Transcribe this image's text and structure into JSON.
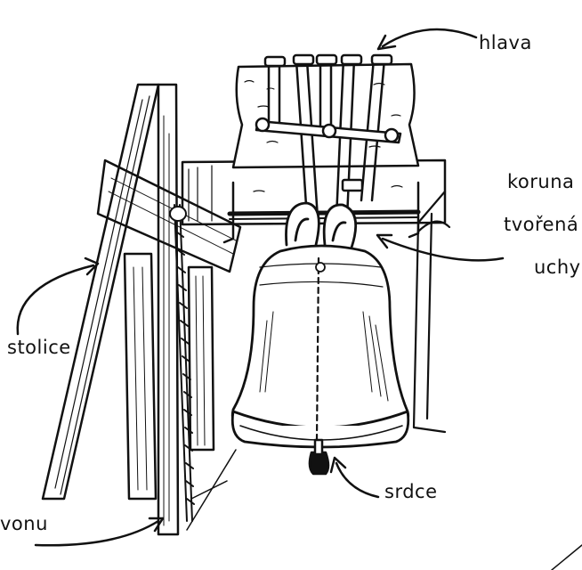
{
  "labels": {
    "hlava": "hlava",
    "koruna_line1": "koruna",
    "koruna_line2": "tvořená",
    "koruna_line3": "uchy",
    "stolice": "stolice",
    "srdce": "srdce",
    "vonu": "vonu"
  },
  "colors": {
    "ink": "#111111",
    "paper": "#ffffff"
  }
}
